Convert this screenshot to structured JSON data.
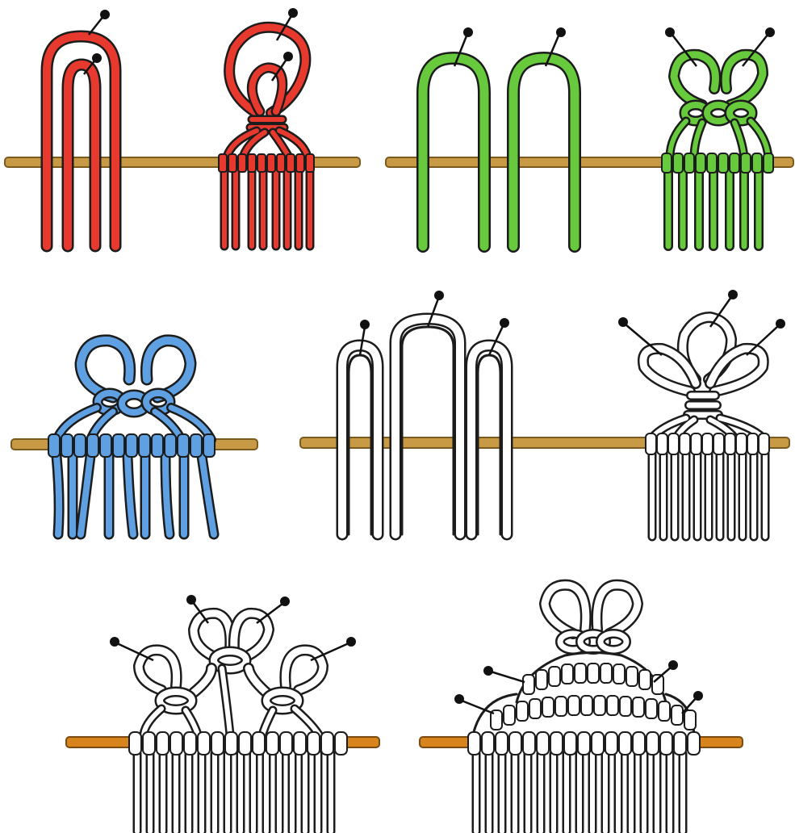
{
  "colors": {
    "red": "#e8392e",
    "green": "#67c93c",
    "blue": "#5fa0e3",
    "white": "#ffffff",
    "outline": "#1c1c1c",
    "rod": "#c99a45",
    "rod_dark": "#7a5a1f",
    "rod_orange": "#d8841c",
    "pin_head": "#111111"
  },
  "figures": [
    {
      "id": "red-doubled-loops",
      "color": "red"
    },
    {
      "id": "red-picot-header",
      "color": "red"
    },
    {
      "id": "green-two-loops",
      "color": "green"
    },
    {
      "id": "green-linked-picots",
      "color": "green"
    },
    {
      "id": "blue-linked-picots",
      "color": "blue"
    },
    {
      "id": "white-three-loops",
      "color": "white"
    },
    {
      "id": "white-three-leaf-picot",
      "color": "white"
    },
    {
      "id": "white-double-butterfly",
      "color": "white"
    },
    {
      "id": "white-arched-header",
      "color": "white"
    }
  ]
}
